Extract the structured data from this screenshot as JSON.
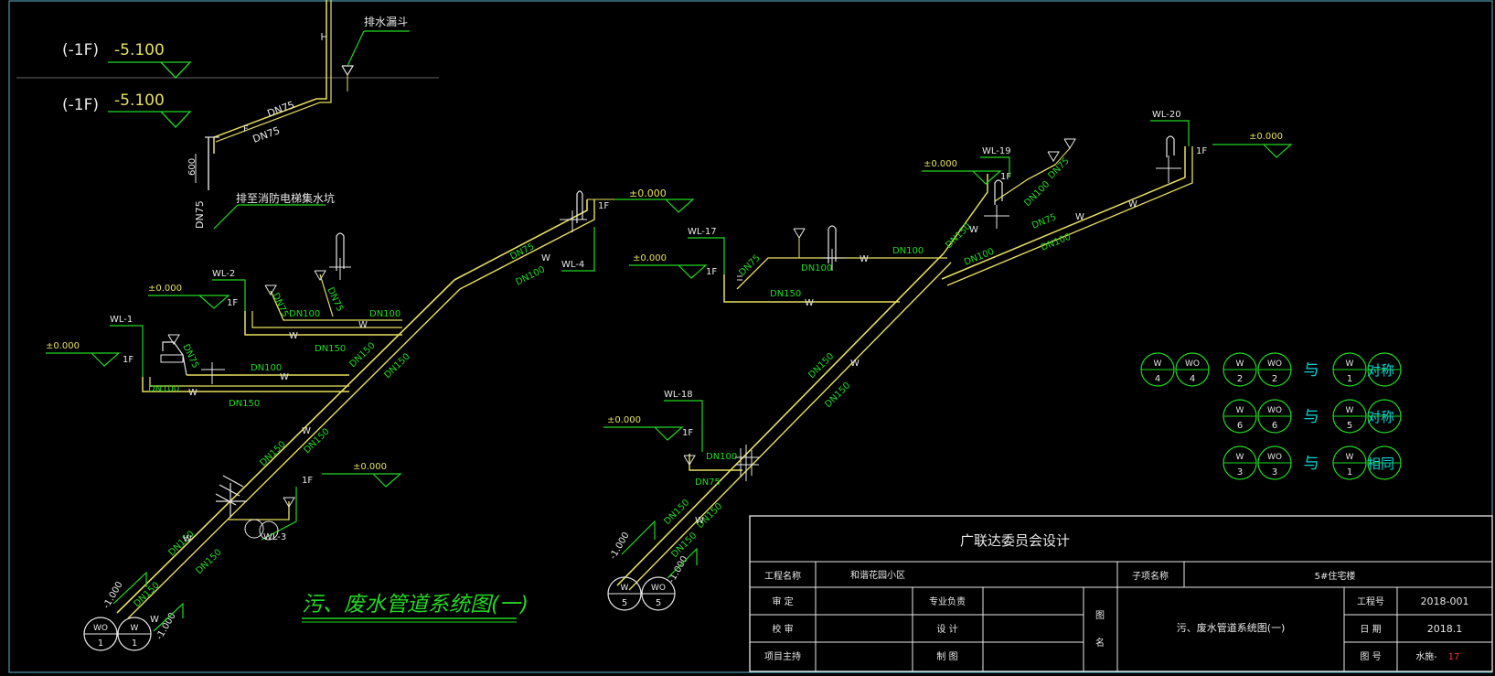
{
  "colors": {
    "bg": "#000000",
    "pipe": "#e8e060",
    "green": "#22d822",
    "white": "#e8e8e8",
    "cyan": "#00d4d4",
    "border": "#5ab8d0",
    "red": "#ff3030"
  },
  "detail": {
    "floor_top": "(-1F)",
    "level_top": "-5.100",
    "floor_bottom": "(-1F)",
    "level_bottom": "-5.100",
    "drain_funnel": "排水漏斗",
    "dn75_a": "DN75",
    "dn75_b": "DN75",
    "dn75_c": "DN75",
    "height_600": "600",
    "to_sump": "排至消防电梯集水坑"
  },
  "left": {
    "wl1": "WL-1",
    "wl2": "WL-2",
    "wl3": "WL-3",
    "wl4": "WL-4",
    "lvl_wl1": "±0.000",
    "lvl_wl2": "±0.000",
    "lvl_wl4": "±0.000",
    "lvl_wl3": "±0.000",
    "f_wl1": "1F",
    "f_wl2": "1F",
    "f_wl4": "1F",
    "f_wl3": "1F",
    "dn100_1": "DN100",
    "dn100_2": "DN100",
    "dn100_3": "DN100",
    "dn100_4": "DN100",
    "dn100_5": "DN100",
    "dn75_1": "DN75",
    "dn75_2": "DN75",
    "dn75_3": "DN75",
    "dn75_4": "DN75",
    "dn150_1": "DN150",
    "dn150_2": "DN150",
    "dn150_3": "DN150",
    "dn150_4": "DN150",
    "dn150_5": "DN150",
    "dn150_6": "DN150",
    "dn150_7": "DN150",
    "dn150_8": "DN150",
    "dn150_9": "DN150",
    "w1": "W",
    "w2": "W",
    "w3": "W",
    "w4": "W",
    "w5": "W",
    "w6": "W",
    "w7": "W",
    "w8": "W",
    "lvl_out1": "-1.000",
    "lvl_out2": "-1.000",
    "title": "污、废水管道系统图(一)",
    "circle_a_top": "WO",
    "circle_a_bot": "1",
    "circle_b_top": "W",
    "circle_b_bot": "1"
  },
  "right": {
    "wl17": "WL-17",
    "wl18": "WL-18",
    "wl19": "WL-19",
    "wl20": "WL-20",
    "lvl17": "±0.000",
    "lvl18": "±0.000",
    "lvl19": "±0.000",
    "lvl20": "±0.000",
    "f17": "1F",
    "f18": "1F",
    "f19": "1F",
    "f20": "1F",
    "dn75_1": "DN75",
    "dn75_2": "DN75",
    "dn75_3": "DN75",
    "dn75_4": "DN75",
    "dn100_1": "DN100",
    "dn100_2": "DN100",
    "dn100_3": "DN100",
    "dn100_4": "DN100",
    "dn100_5": "DN100",
    "dn150_1": "DN150",
    "dn150_2": "DN150",
    "dn150_3": "DN150",
    "dn150_4": "DN150",
    "dn150_5": "DN150",
    "dn150_6": "DN150",
    "dn150_7": "DN150",
    "w1": "W",
    "w2": "W",
    "w3": "W",
    "w4": "W",
    "w5": "W",
    "w6": "W",
    "w7": "W",
    "lvl_out1": "-1.000",
    "lvl_out2": "-1.000",
    "circle_a_top": "W",
    "circle_a_bot": "5",
    "circle_b_top": "WO",
    "circle_b_bot": "5"
  },
  "legend": {
    "r1": [
      {
        "t": "W",
        "b": "4"
      },
      {
        "t": "WO",
        "b": "4"
      },
      {
        "t": "W",
        "b": "2"
      },
      {
        "t": "WO",
        "b": "2"
      },
      {
        "t": "W",
        "b": "1"
      },
      {
        "t": "",
        "b": ""
      }
    ],
    "r2": [
      {
        "t": "W",
        "b": "6"
      },
      {
        "t": "WO",
        "b": "6"
      },
      {
        "t": "W",
        "b": "5"
      },
      {
        "t": "",
        "b": ""
      }
    ],
    "r3": [
      {
        "t": "W",
        "b": "3"
      },
      {
        "t": "WO",
        "b": "3"
      },
      {
        "t": "W",
        "b": "1"
      },
      {
        "t": "",
        "b": ""
      }
    ],
    "yu1": "与",
    "yu2": "与",
    "yu3": "与",
    "tag1": "对称",
    "tag2": "对称",
    "tag3": "相同"
  },
  "titleblock": {
    "org": "广联达委员会设计",
    "proj_name_label": "工程名称",
    "proj_name": "和谐花园小区",
    "sub_label": "子项名称",
    "sub_name": "5#住宅楼",
    "approve": "审        定",
    "check": "校        审",
    "lead": "项目主持",
    "major": "专业负责",
    "design": "设        计",
    "draw": "制        图",
    "figure1": "图",
    "figure2": "名",
    "figure_title": "污、废水管道系统图(一)",
    "proj_no_label": "工程号",
    "proj_no": "2018-001",
    "date_label": "日        期",
    "date": "2018.1",
    "fig_no_label": "图        号",
    "fig_no_prefix": "水施-",
    "fig_no": "17"
  }
}
